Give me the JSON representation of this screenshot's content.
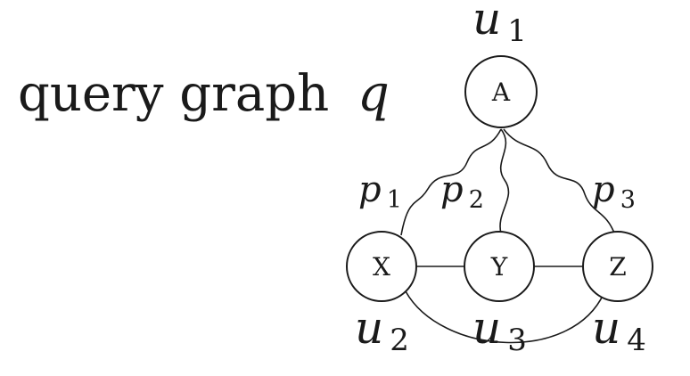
{
  "title": {
    "text": "query graph",
    "variable": "q"
  },
  "vertices": {
    "u1": {
      "node_label": "A",
      "tag_base": "u",
      "tag_sub": "1"
    },
    "u2": {
      "node_label": "X",
      "tag_base": "u",
      "tag_sub": "2"
    },
    "u3": {
      "node_label": "Y",
      "tag_base": "u",
      "tag_sub": "3"
    },
    "u4": {
      "node_label": "Z",
      "tag_base": "u",
      "tag_sub": "4"
    }
  },
  "paths": {
    "p1": {
      "base": "p",
      "sub": "1"
    },
    "p2": {
      "base": "p",
      "sub": "2"
    },
    "p3": {
      "base": "p",
      "sub": "3"
    }
  },
  "colors": {
    "ink": "#1a1a1a",
    "background": "#ffffff"
  }
}
